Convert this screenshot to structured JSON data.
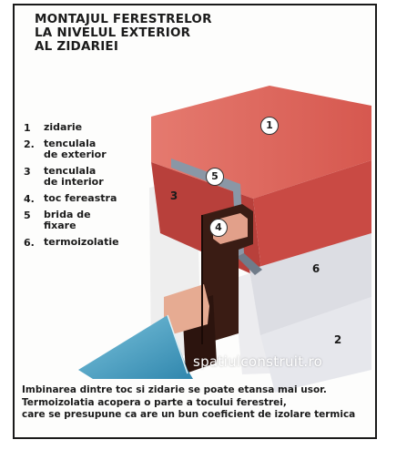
{
  "title": {
    "line1": "MONTAJUL FERESTRELOR",
    "line2": "LA NIVELUL EXTERIOR",
    "line3": "AL ZIDARIEI"
  },
  "legend": [
    {
      "num": "1",
      "text": "zidarie"
    },
    {
      "num": "2.",
      "text": "tenculala\nde exterior"
    },
    {
      "num": "3",
      "text": "tenculala\nde interior"
    },
    {
      "num": "4.",
      "text": "toc fereastra"
    },
    {
      "num": "5",
      "text": "brida de\nfixare"
    },
    {
      "num": "6.",
      "text": "termoizolatie"
    }
  ],
  "callouts": {
    "c1": "1",
    "c2": "2",
    "c3": "3",
    "c4": "4",
    "c5": "5",
    "c6": "6"
  },
  "watermark": "spatiulconstruit.ro",
  "caption": {
    "line1": "Imbinarea dintre toc si zidarie se poate etansa mai usor.",
    "line2": "Termoizolatia acopera o parte a tocului ferestrei,",
    "line3": "care se presupune ca are un bun coeficient de izolare termica"
  },
  "colors": {
    "masonry": "#d9605a",
    "insulation": "#e8e8ec",
    "frame": "#3a1c14",
    "glass": "#4fa7c8",
    "bracket": "#8a97a6"
  }
}
